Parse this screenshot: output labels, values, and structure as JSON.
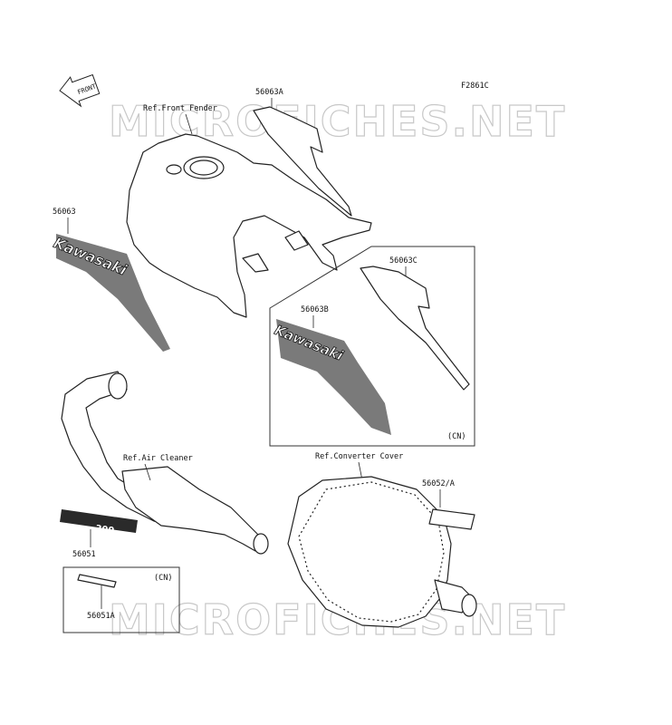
{
  "figure_code": "F2861C",
  "watermark": "MICROFICHES.NET",
  "front_arrow_label": "FRONT",
  "refs": {
    "front_fender": "Ref.Front Fender",
    "air_cleaner": "Ref.Air Cleaner",
    "converter_cover": "Ref.Converter Cover"
  },
  "parts": {
    "p56063": "56063",
    "p56063A": "56063A",
    "p56063B": "56063B",
    "p56063C": "56063C",
    "p56052A": "56052/A",
    "p56051": "56051",
    "p56051A": "56051A"
  },
  "region_tags": {
    "cn_upper": "(CN)",
    "cn_lower": "(CN)"
  },
  "decal_text": {
    "brand": "Kawasaki",
    "model_number": "300"
  }
}
